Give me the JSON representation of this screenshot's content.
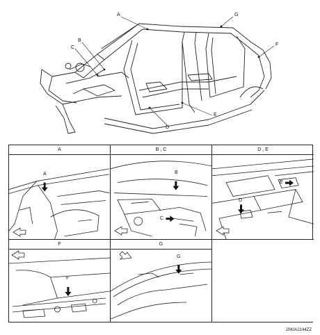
{
  "overview": {
    "callouts": {
      "a": "A",
      "b": "B",
      "c": "C",
      "d": "D",
      "e": "E",
      "f": "F",
      "g": "G"
    }
  },
  "panels": [
    {
      "id": "A",
      "title": "A",
      "markers": [
        "A"
      ]
    },
    {
      "id": "BC",
      "title": "B , C",
      "markers": [
        "B",
        "C"
      ]
    },
    {
      "id": "DE",
      "title": "D , E",
      "markers": [
        "D",
        "E"
      ]
    },
    {
      "id": "F",
      "title": "F",
      "markers": [
        "F"
      ]
    },
    {
      "id": "G",
      "title": "G",
      "markers": [
        "G"
      ]
    }
  ],
  "figure_code": "JSKIA2144ZZ"
}
